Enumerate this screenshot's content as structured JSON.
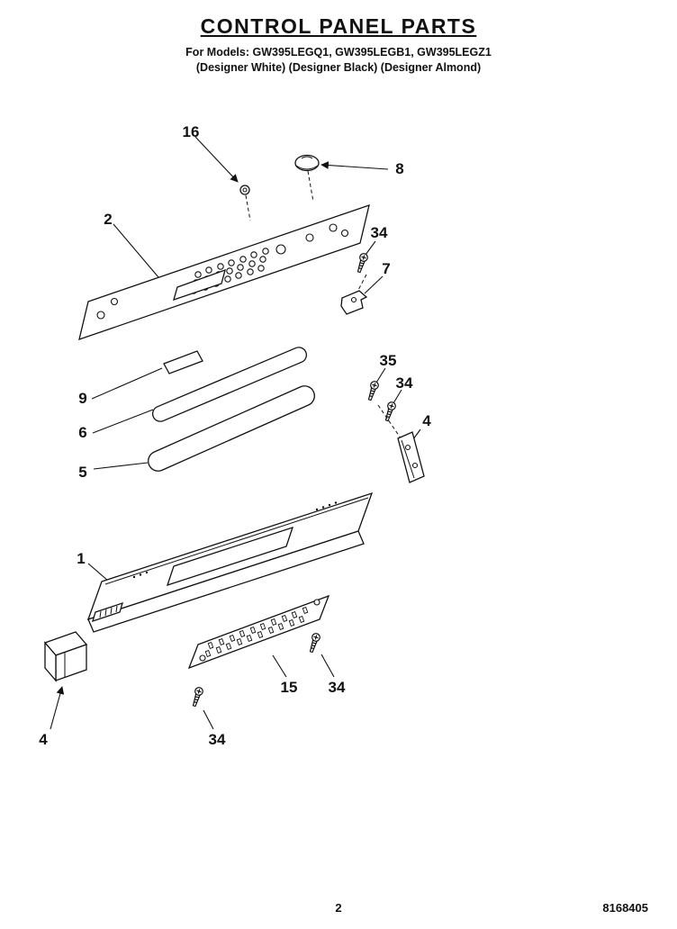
{
  "header": {
    "title": "CONTROL PANEL PARTS",
    "models_line": "For Models: GW395LEGQ1, GW395LEGB1, GW395LEGZ1",
    "colors_line": "(Designer White) (Designer Black) (Designer Almond)"
  },
  "diagram": {
    "labels": [
      "16",
      "8",
      "2",
      "34",
      "7",
      "9",
      "35",
      "34",
      "6",
      "4",
      "5",
      "1",
      "15",
      "34",
      "4",
      "34"
    ]
  },
  "footer": {
    "page_number": "2",
    "doc_number": "8168405"
  }
}
